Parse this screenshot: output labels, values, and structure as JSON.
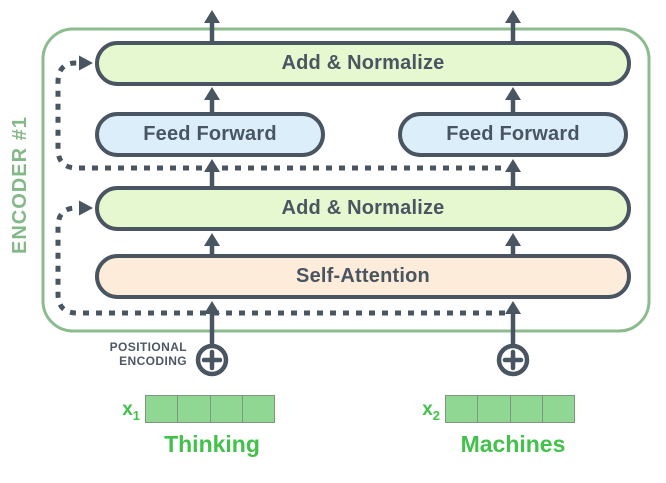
{
  "diagram": {
    "encoder_label": "ENCODER #1",
    "boxes": {
      "add_normalize_top": "Add & Normalize",
      "feed_forward_left": "Feed Forward",
      "feed_forward_right": "Feed Forward",
      "add_normalize_mid": "Add & Normalize",
      "self_attention": "Self-Attention"
    },
    "positional_encoding": {
      "line1": "POSITIONAL",
      "line2": "ENCODING"
    },
    "inputs": [
      {
        "symbol": "x",
        "sub": "1",
        "word": "Thinking",
        "cells": 4
      },
      {
        "symbol": "x",
        "sub": "2",
        "word": "Machines",
        "cells": 4
      }
    ]
  },
  "colors": {
    "ink": "#4a5562",
    "frame-green": "#8cbc8e",
    "encoder-green": "#84b888",
    "add-norm-fill": "#e6f8cf",
    "ff-fill": "#ddeefb",
    "self-attn-fill": "#fcecd9",
    "label-green": "#42c24a",
    "cell-fill": "#90d793",
    "cell-border": "#7d977f",
    "pos-text": "#4e5865"
  }
}
